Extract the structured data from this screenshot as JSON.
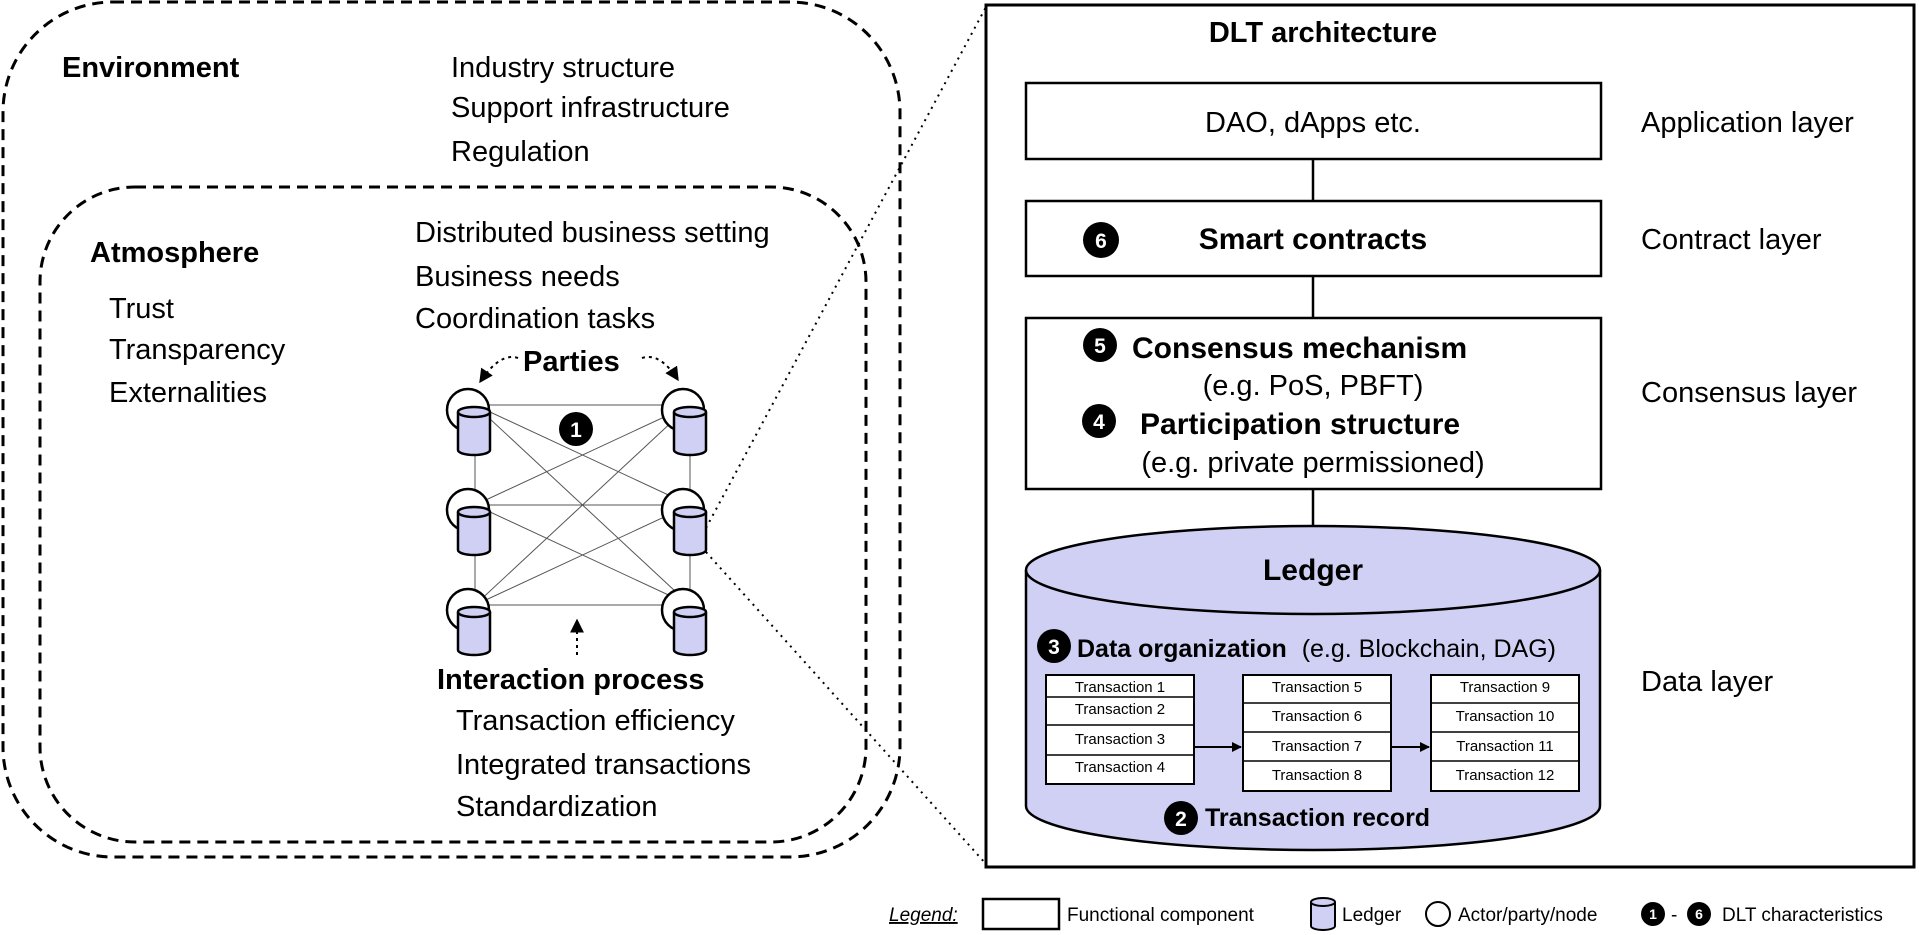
{
  "environment": {
    "heading": "Environment",
    "items": [
      "Industry structure",
      "Support infrastructure",
      "Regulation"
    ]
  },
  "atmosphere": {
    "heading": "Atmosphere",
    "left_items": [
      "Trust",
      "Transparency",
      "Externalities"
    ],
    "right_items": [
      "Distributed business setting",
      "Business needs",
      "Coordination tasks"
    ]
  },
  "network": {
    "parties_label": "Parties",
    "badge": "1",
    "interaction_label": "Interaction process",
    "interaction_items": [
      "Transaction efficiency",
      "Integrated transactions",
      "Standardization"
    ]
  },
  "dlt": {
    "title": "DLT architecture",
    "application": {
      "text": "DAO, dApps etc.",
      "layer": "Application layer"
    },
    "contract": {
      "badge": "6",
      "text": "Smart contracts",
      "layer": "Contract layer"
    },
    "consensus": {
      "badge_a": "5",
      "title_a": "Consensus mechanism",
      "sub_a": "(e.g. PoS, PBFT)",
      "badge_b": "4",
      "title_b": "Participation structure",
      "sub_b": "(e.g. private permissioned)",
      "layer": "Consensus layer"
    },
    "data": {
      "title": "Ledger",
      "badge_org": "3",
      "org_title": "Data organization",
      "org_sub": "(e.g. Blockchain, DAG)",
      "blocks": [
        [
          "Transaction 1",
          "Transaction 2",
          "Transaction 3",
          "Transaction 4"
        ],
        [
          "Transaction 5",
          "Transaction 6",
          "Transaction 7",
          "Transaction 8"
        ],
        [
          "Transaction 9",
          "Transaction 10",
          "Transaction 11",
          "Transaction 12"
        ]
      ],
      "badge_record": "2",
      "record_title": "Transaction record",
      "layer": "Data layer"
    }
  },
  "legend": {
    "label": "Legend:",
    "functional": "Functional component",
    "ledger": "Ledger",
    "actor": "Actor/party/node",
    "badge_from": "1",
    "dash": "-",
    "badge_to": "6",
    "characteristics": "DLT characteristics"
  },
  "colors": {
    "ledger_fill": "#cfd0f3",
    "line": "#000000"
  }
}
